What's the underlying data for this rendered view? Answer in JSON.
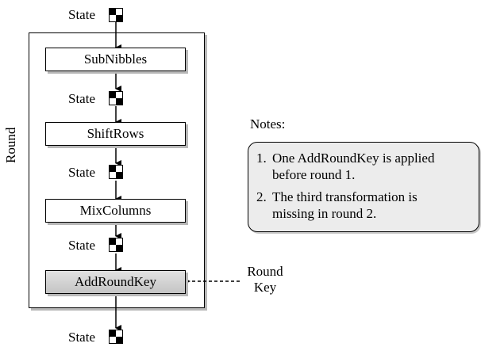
{
  "round_label": "Round",
  "state_label": "State",
  "steps": {
    "sub_nibbles": "SubNibbles",
    "shift_rows": "ShiftRows",
    "mix_columns": "MixColumns",
    "add_round_key": "AddRoundKey"
  },
  "round_key": {
    "line1": "Round",
    "line2": "Key"
  },
  "notes": {
    "title": "Notes:",
    "items": [
      {
        "number": "1.",
        "line1": "One AddRoundKey is applied",
        "line2": "before round 1."
      },
      {
        "number": "2.",
        "line1": "The third transformation is",
        "line2": "missing in round 2."
      }
    ]
  },
  "icons": {
    "state": "state-matrix-icon",
    "arrow": "arrow-down-icon",
    "key_arrow": "dashed-arrow-left-icon"
  }
}
